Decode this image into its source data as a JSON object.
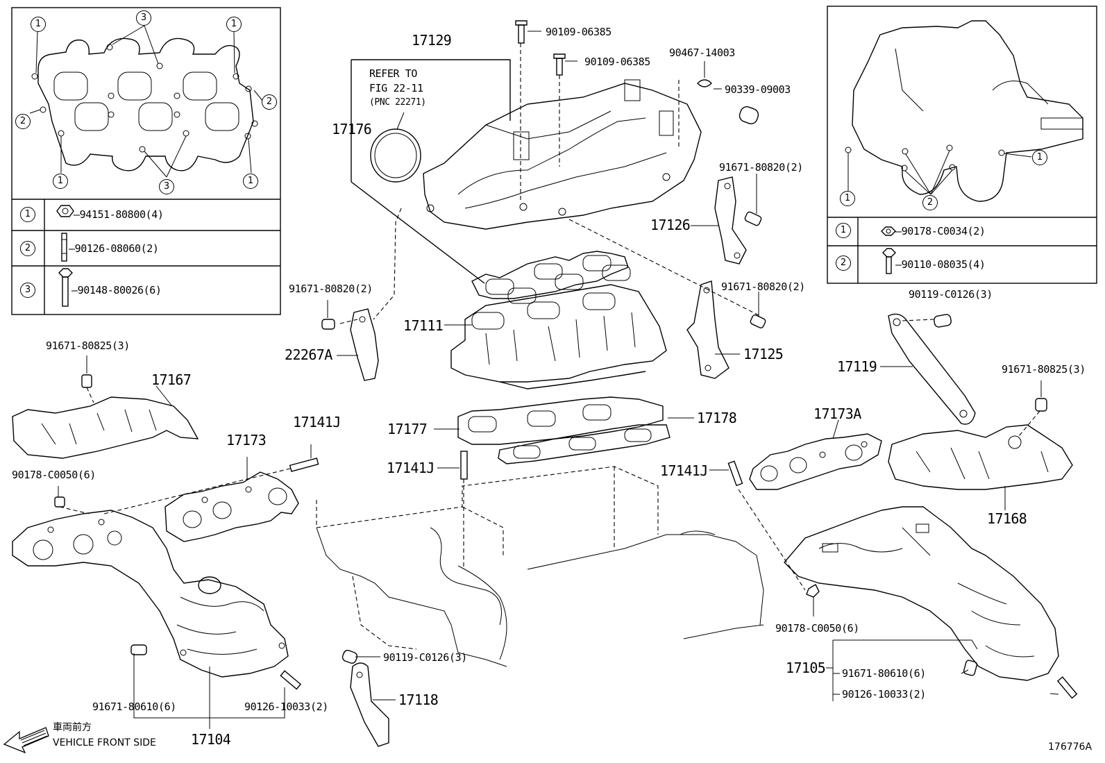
{
  "diagram_id": "176776A",
  "front_direction": {
    "japanese": "車両前方",
    "english": "VEHICLE FRONT SIDE"
  },
  "reference_note": {
    "line1": "REFER TO",
    "line2": "FIG 22-11",
    "line3": "(PNC 22271)"
  },
  "inset_left": {
    "callouts": [
      "1",
      "2",
      "3"
    ],
    "legend": [
      {
        "key": "1",
        "part": "94151-80800(4)"
      },
      {
        "key": "2",
        "part": "90126-08060(2)"
      },
      {
        "key": "3",
        "part": "90148-80026(6)"
      }
    ]
  },
  "inset_right": {
    "callouts": [
      "1",
      "2"
    ],
    "legend": [
      {
        "key": "1",
        "part": "90178-C0034(2)"
      },
      {
        "key": "2",
        "part": "90110-08035(4)"
      }
    ]
  },
  "labels": {
    "p17129": "17129",
    "p17176": "17176",
    "p90109_a": "90109-06385",
    "p90109_b": "90109-06385",
    "p90467": "90467-14003",
    "p90339": "90339-09003",
    "p91671_820_a": "91671-80820(2)",
    "p17126": "17126",
    "p91671_820_b": "91671-80820(2)",
    "p91671_820_c": "91671-80820(2)",
    "p17111": "17111",
    "p22267A": "22267A",
    "p17125": "17125",
    "p90119_a": "90119-C0126(3)",
    "p17119": "17119",
    "p91671_825_a": "91671-80825(3)",
    "p91671_825_b": "91671-80825(3)",
    "p17167": "17167",
    "p17173": "17173",
    "p17141J_a": "17141J",
    "p17177": "17177",
    "p17178": "17178",
    "p17173A": "17173A",
    "p17141J_b": "17141J",
    "p17141J_c": "17141J",
    "p17168": "17168",
    "p90178_a": "90178-C0050(6)",
    "p90178_b": "90178-C0050(6)",
    "p91671_610_a": "91671-80610(6)",
    "p90126_a": "90126-10033(2)",
    "p17104": "17104",
    "p90119_b": "90119-C0126(3)",
    "p17118": "17118",
    "p17105": "17105",
    "p91671_610_b": "91671-80610(6)",
    "p90126_b": "90126-10033(2)"
  }
}
